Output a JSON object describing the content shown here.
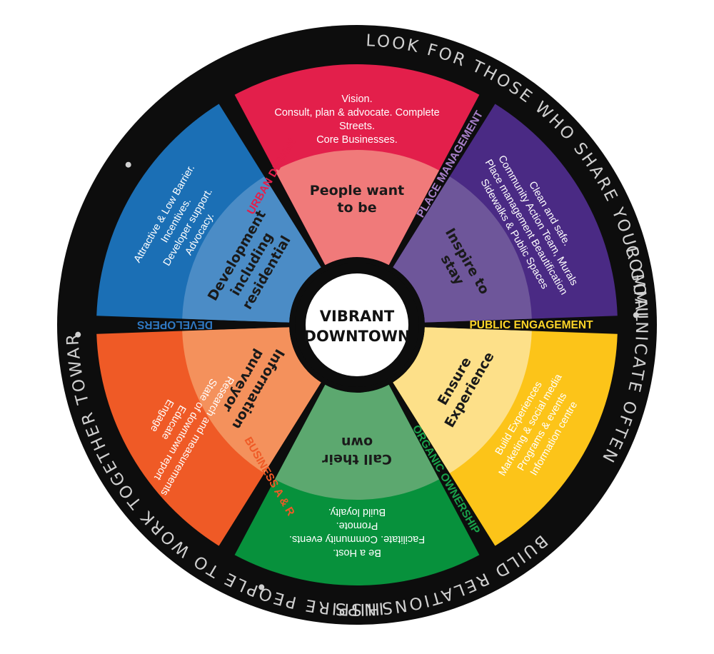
{
  "ring_phrases": [
    "INSPIRE PEOPLE TO WORK TOGETHER TOWARDS A COMMON GOAL",
    "LOOK FOR THOSE WHO SHARE YOUR GOAL",
    "COMMUNICATE OFTEN",
    "BUILD RELATIONSHIPS"
  ],
  "center": {
    "line1": "VIBRANT",
    "line2": "DOWNTOWN"
  },
  "segments": [
    {
      "id": "people",
      "colors": {
        "outer": "#e31f4b",
        "inner": "#f07a7a"
      },
      "outer_lines": [
        "Vision.",
        "Consult, plan & advocate. Complete",
        "Streets.",
        "Core Businesses."
      ],
      "inner_lines": [
        "People want",
        "to be"
      ]
    },
    {
      "id": "inspire",
      "colors": {
        "outer": "#4a2a84",
        "inner": "#6e569a"
      },
      "outer_lines": [
        "Clean and safe.",
        "Community Action Team, Murals",
        "Place management Beautification",
        "Sidewalks & Public Spaces"
      ],
      "inner_lines": [
        "Inspire to",
        "stay"
      ]
    },
    {
      "id": "experience",
      "colors": {
        "outer": "#fcc419",
        "inner": "#fde089"
      },
      "outer_lines": [
        "Build Experiences",
        "Marketing & social media",
        "Programs & events",
        "Information centre"
      ],
      "inner_lines": [
        "Ensure",
        "Experience"
      ]
    },
    {
      "id": "own",
      "colors": {
        "outer": "#07913c",
        "inner": "#5ca86f"
      },
      "outer_lines": [
        "Be a Host.",
        "Facilitate. Community events.",
        "Promote.",
        "Build loyalty."
      ],
      "inner_lines": [
        "Call their",
        "own"
      ]
    },
    {
      "id": "info",
      "colors": {
        "outer": "#ef5a26",
        "inner": "#f4915c"
      },
      "outer_lines": [
        "Research and measurements",
        "State of downtown report",
        "Educate",
        "Engage"
      ],
      "inner_lines": [
        "Information",
        "purveyor"
      ]
    },
    {
      "id": "development",
      "colors": {
        "outer": "#1b6fb5",
        "inner": "#4b8cc6"
      },
      "outer_lines": [
        "Attractive & Low Barrier.",
        "Incentives.",
        "Developer support.",
        "Advocacy."
      ],
      "inner_lines": [
        "Development",
        "including",
        "residential"
      ]
    }
  ],
  "categories": [
    {
      "id": "urban-design",
      "label": "URBAN DESIGN",
      "color": "#e31f4b"
    },
    {
      "id": "place-management",
      "label": "PLACE MANAGEMENT",
      "color": "#a77fc8"
    },
    {
      "id": "public-engagement",
      "label": "PUBLIC ENGAGEMENT",
      "color": "#fcd427"
    },
    {
      "id": "organic-ownership",
      "label": "ORGANIC OWNERSHIP",
      "color": "#19a14a"
    },
    {
      "id": "business-a-r",
      "label": "BUSINESS A & R",
      "color": "#ef5a26"
    },
    {
      "id": "developers",
      "label": "DEVELOPERS",
      "color": "#2f78c2"
    }
  ],
  "colors": {
    "ring": "#0d0d0d",
    "ring_text": "#d0d0d0",
    "hub": "#ffffff"
  }
}
